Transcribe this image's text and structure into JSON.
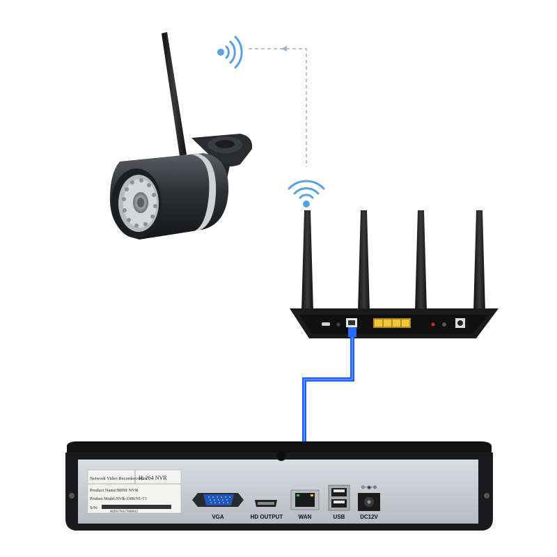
{
  "nvr": {
    "sticker": {
      "brand": "Network Video Recordercorder",
      "codec": "H. 264 NVR",
      "product_name": "Product Name:MINI NVR",
      "product_model": "Product Model:NVR-3308/N1-T1",
      "sn_label": "S/N:",
      "sn_value": "0020170417000012"
    },
    "ports": {
      "vga": "VGA",
      "hd_output": "HD OUTPUT",
      "wan": "WAN",
      "usb": "USB",
      "dc12v": "DC12V"
    }
  },
  "colors": {
    "cable": "#1f5fff",
    "wifi_signal": "#5b9fe0",
    "wireless_link": "#9ab4cc",
    "device_body": "#1c1c1e",
    "nvr_panel": "#c9cdd3",
    "router_port": "#e3b21a"
  },
  "icons": [
    "wifi-signal-icon",
    "arrow-icon"
  ]
}
